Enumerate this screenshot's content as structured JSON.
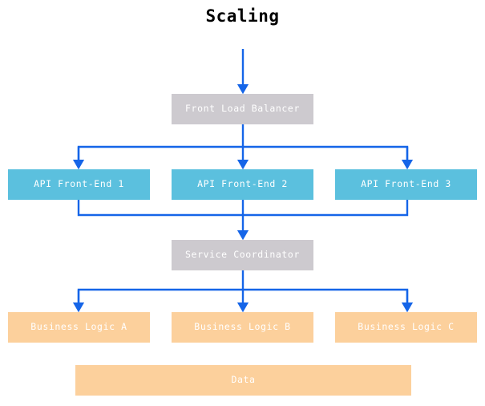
{
  "diagram": {
    "title": "Scaling",
    "type": "architecture-flow",
    "colors": {
      "background": "#ffffff",
      "title_text": "#000000",
      "gray_node": "#cdcacf",
      "blue_node": "#5bc0de",
      "orange_node": "#fcd09c",
      "node_label": "#ffffff",
      "connector": "#1565e8"
    },
    "tiers": [
      {
        "name": "load-balancer",
        "nodes": [
          {
            "id": "front-load-balancer",
            "label": "Front Load Balancer",
            "style": "gray"
          }
        ]
      },
      {
        "name": "api-front-ends",
        "nodes": [
          {
            "id": "api-front-end-1",
            "label": "API Front-End 1",
            "style": "blue"
          },
          {
            "id": "api-front-end-2",
            "label": "API Front-End 2",
            "style": "blue"
          },
          {
            "id": "api-front-end-3",
            "label": "API Front-End 3",
            "style": "blue"
          }
        ]
      },
      {
        "name": "coordinator",
        "nodes": [
          {
            "id": "service-coordinator",
            "label": "Service Coordinator",
            "style": "gray"
          }
        ]
      },
      {
        "name": "business-logic",
        "nodes": [
          {
            "id": "business-logic-a",
            "label": "Business Logic A",
            "style": "orange"
          },
          {
            "id": "business-logic-b",
            "label": "Business Logic B",
            "style": "orange"
          },
          {
            "id": "business-logic-c",
            "label": "Business Logic C",
            "style": "orange"
          }
        ]
      },
      {
        "name": "data",
        "nodes": [
          {
            "id": "data",
            "label": "Data",
            "style": "orange"
          }
        ]
      }
    ]
  }
}
